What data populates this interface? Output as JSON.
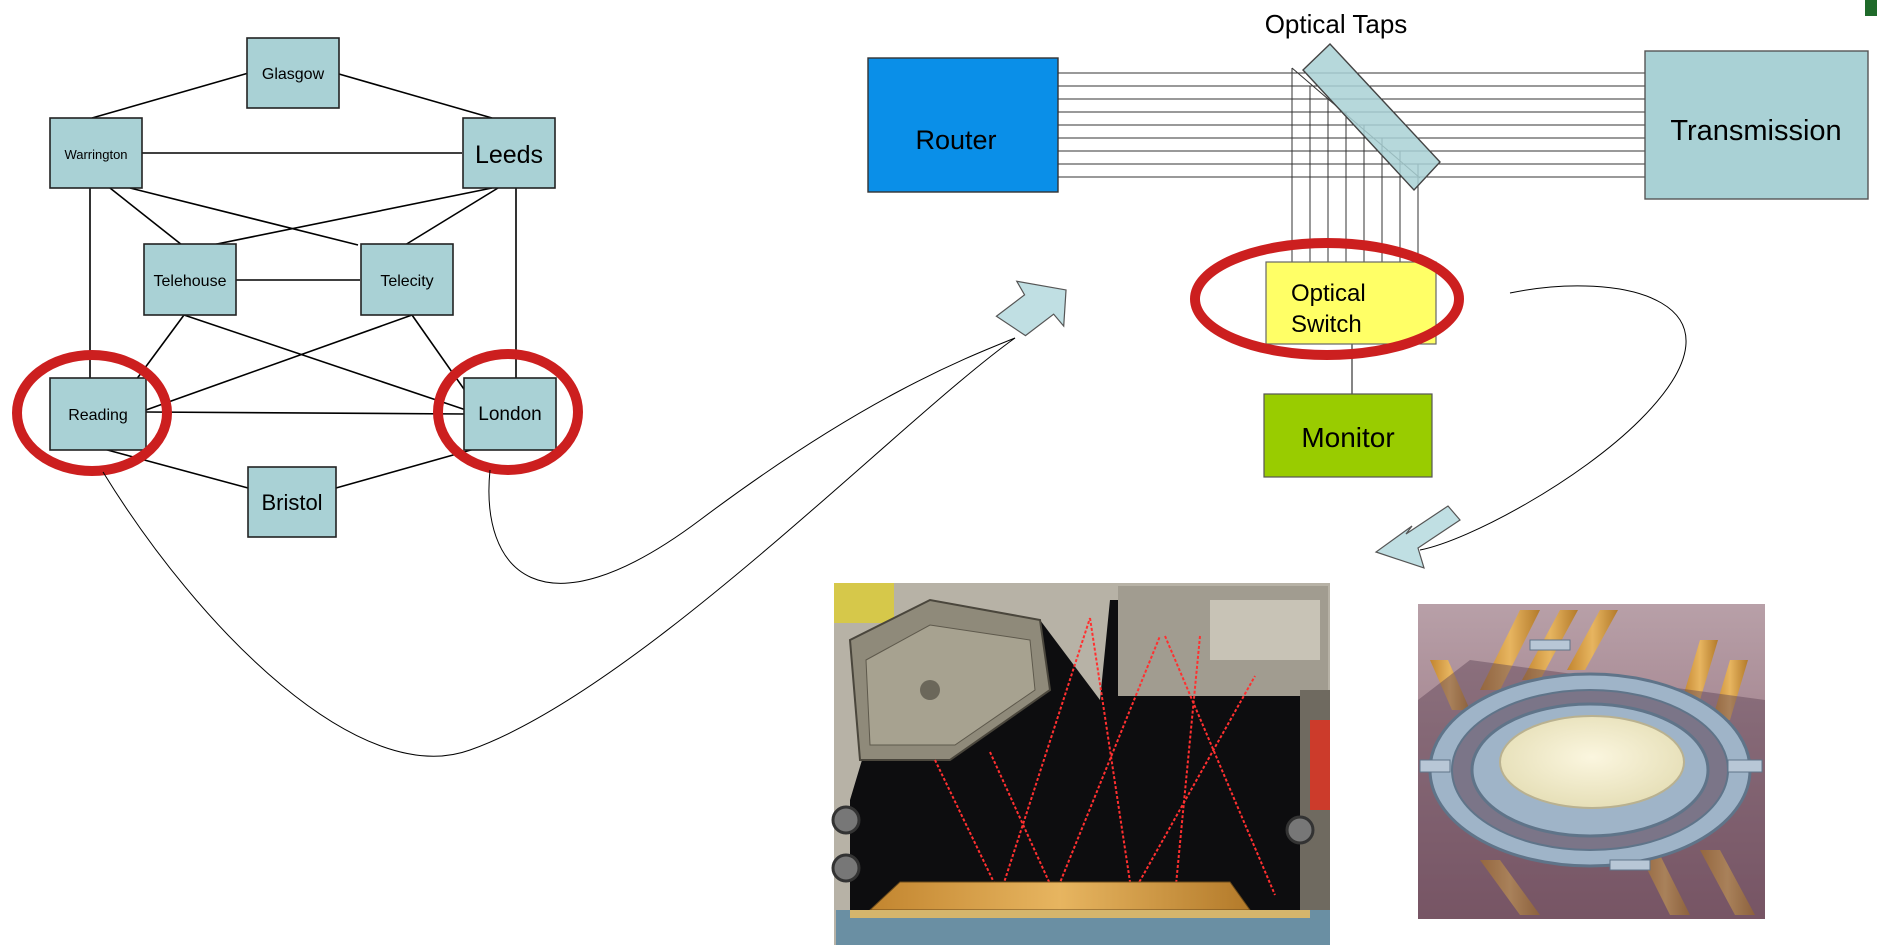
{
  "network": {
    "nodes": {
      "glasgow": "Glasgow",
      "warrington": "Warrington",
      "leeds": "Leeds",
      "telehouse": "Telehouse",
      "telecity": "Telecity",
      "reading": "Reading",
      "london": "London",
      "bristol": "Bristol"
    },
    "highlighted": [
      "Reading",
      "London"
    ]
  },
  "tap_diagram": {
    "router": "Router",
    "transmission": "Transmission",
    "optical_taps": "Optical Taps",
    "optical_switch_line1": "Optical",
    "optical_switch_line2": "Switch",
    "monitor": "Monitor"
  },
  "colors": {
    "node_fill": "#a9d1d5",
    "router_fill": "#0a8fe8",
    "switch_fill": "#ffff66",
    "monitor_fill": "#99cc00",
    "highlight_ring": "#cc1f1f",
    "arrow_fill": "#c0dfe3"
  },
  "photos": {
    "switch_interior": "optical-switch-interior-photo",
    "mems_mirror": "mems-mirror-photo"
  }
}
